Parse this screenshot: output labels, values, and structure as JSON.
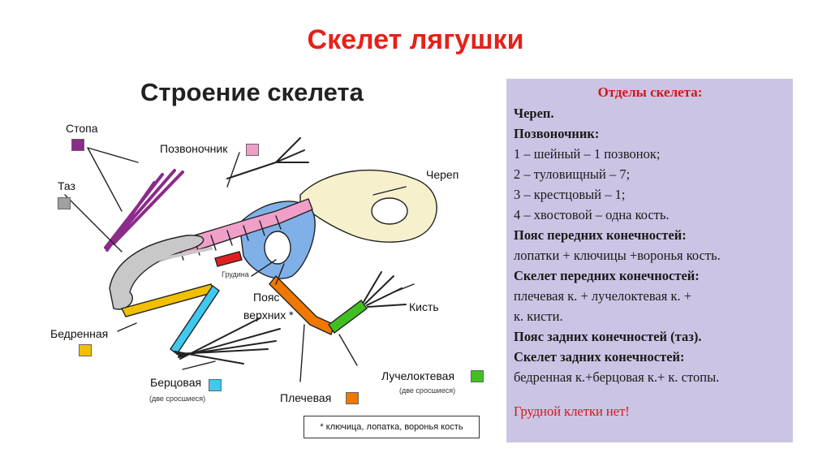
{
  "title": "Скелет лягушки",
  "subtitle": "Строение скелета",
  "labels": {
    "stopa": "Стопа",
    "taz": "Таз",
    "pozvonochnik": "Позвоночник",
    "cherep": "Череп",
    "grudina": "Грудина",
    "poyas_1": "Пояс",
    "poyas_2": "верхних *",
    "kist": "Кисть",
    "bedrennaya": "Бедренная",
    "bertsovaya": "Берцовая",
    "bertsovaya_note": "(две сросшиеся)",
    "plechevaya": "Плечевая",
    "lucheloktevaya": "Лучелоктевая",
    "lucheloktevaya_note": "(две сросшиеся)"
  },
  "footnote": "* ключица, лопатка, воронья кость",
  "colors": {
    "stopa": "#8b2b8a",
    "taz": "#a0a0a0",
    "pozvonochnik": "#f0a0c8",
    "bedrennaya": "#f0c000",
    "bertsovaya": "#40c8f0",
    "plechevaya": "#f07800",
    "lucheloktevaya": "#40c020",
    "poyas": "#80b0e8"
  },
  "panel": {
    "heading": "Отделы скелета:",
    "lines": [
      {
        "text": "Череп.",
        "bold": true
      },
      {
        "text": "Позвоночник:",
        "bold": true
      },
      {
        "text": "1 – шейный – 1 позвонок;",
        "bold": false
      },
      {
        "text": "2 – туловищный – 7;",
        "bold": false
      },
      {
        "text": "3 – крестцовый – 1;",
        "bold": false
      },
      {
        "text": "4 – хвостовой – одна кость.",
        "bold": false
      },
      {
        "text": "Пояс передних конечностей:",
        "bold": true
      },
      {
        "text": "лопатки + ключицы +воронья кость.",
        "bold": false
      },
      {
        "text": "Скелет передних конечностей:",
        "bold": true
      },
      {
        "text": "плечевая к. + лучелоктевая к. +",
        "bold": false
      },
      {
        "text": "к. кисти.",
        "bold": false
      },
      {
        "text": "Пояс задних конечностей (таз).",
        "bold": true
      },
      {
        "text": "Скелет задних конечностей:",
        "bold": true
      },
      {
        "text": "бедренная к.+берцовая к.+ к. стопы.",
        "bold": false
      }
    ],
    "footer": "Грудной клетки нет!"
  }
}
